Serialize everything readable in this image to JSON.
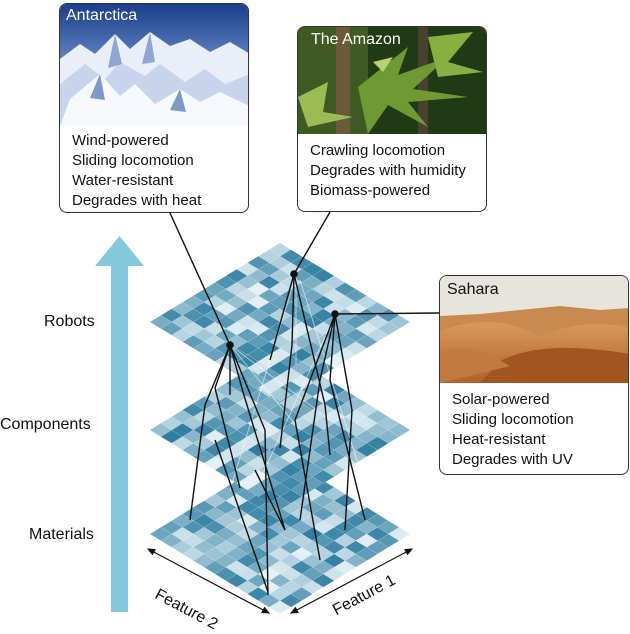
{
  "layers": {
    "robots": "Robots",
    "components": "Components",
    "materials": "Materials"
  },
  "axes": {
    "feature1": "Feature 1",
    "feature2": "Feature 2"
  },
  "environments": {
    "antarctica": {
      "title": "Antarctica",
      "traits": [
        "Wind-powered",
        "Sliding locomotion",
        "Water-resistant",
        "Degrades with heat"
      ]
    },
    "amazon": {
      "title": "The Amazon",
      "traits": [
        "Crawling locomotion",
        "Degrades with humidity",
        "Biomass-powered"
      ]
    },
    "sahara": {
      "title": "Sahara",
      "traits": [
        "Solar-powered",
        "Sliding locomotion",
        "Heat-resistant",
        "Degrades with UV"
      ]
    }
  },
  "colors": {
    "grid_light": "#e6f2f7",
    "grid_dark": "#2f7ea1",
    "arrow": "#84c9dc",
    "connector": "#111111"
  }
}
